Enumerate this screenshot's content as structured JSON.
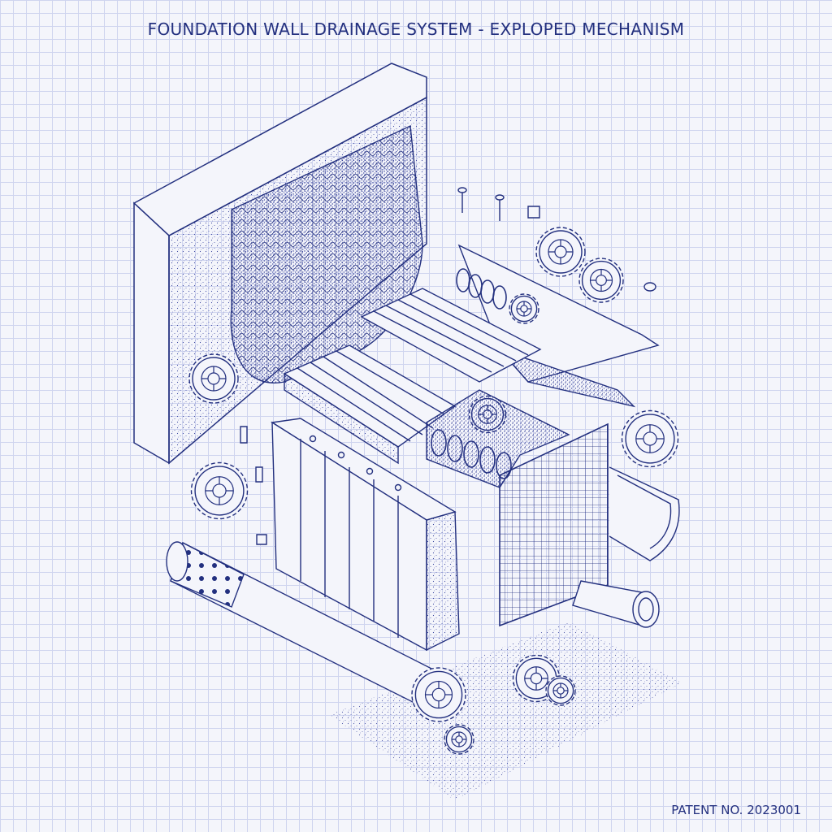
{
  "title": "FOUNDATION WALL DRAINAGE SYSTEM - EXPLOPED MECHANISM",
  "patent": "PATENT NO. 2023001",
  "colors": {
    "ink": "#23307f",
    "grid": "#cfd4ef",
    "paper": "#f4f5fb"
  },
  "parts": [
    "foundation-wall",
    "dimple-membrane",
    "ribbed-panels",
    "drainage-board",
    "geotextile-mesh",
    "drain-channel",
    "perforated-pipe",
    "gravel-bed",
    "gears",
    "springs",
    "fasteners",
    "pump-assembly"
  ]
}
